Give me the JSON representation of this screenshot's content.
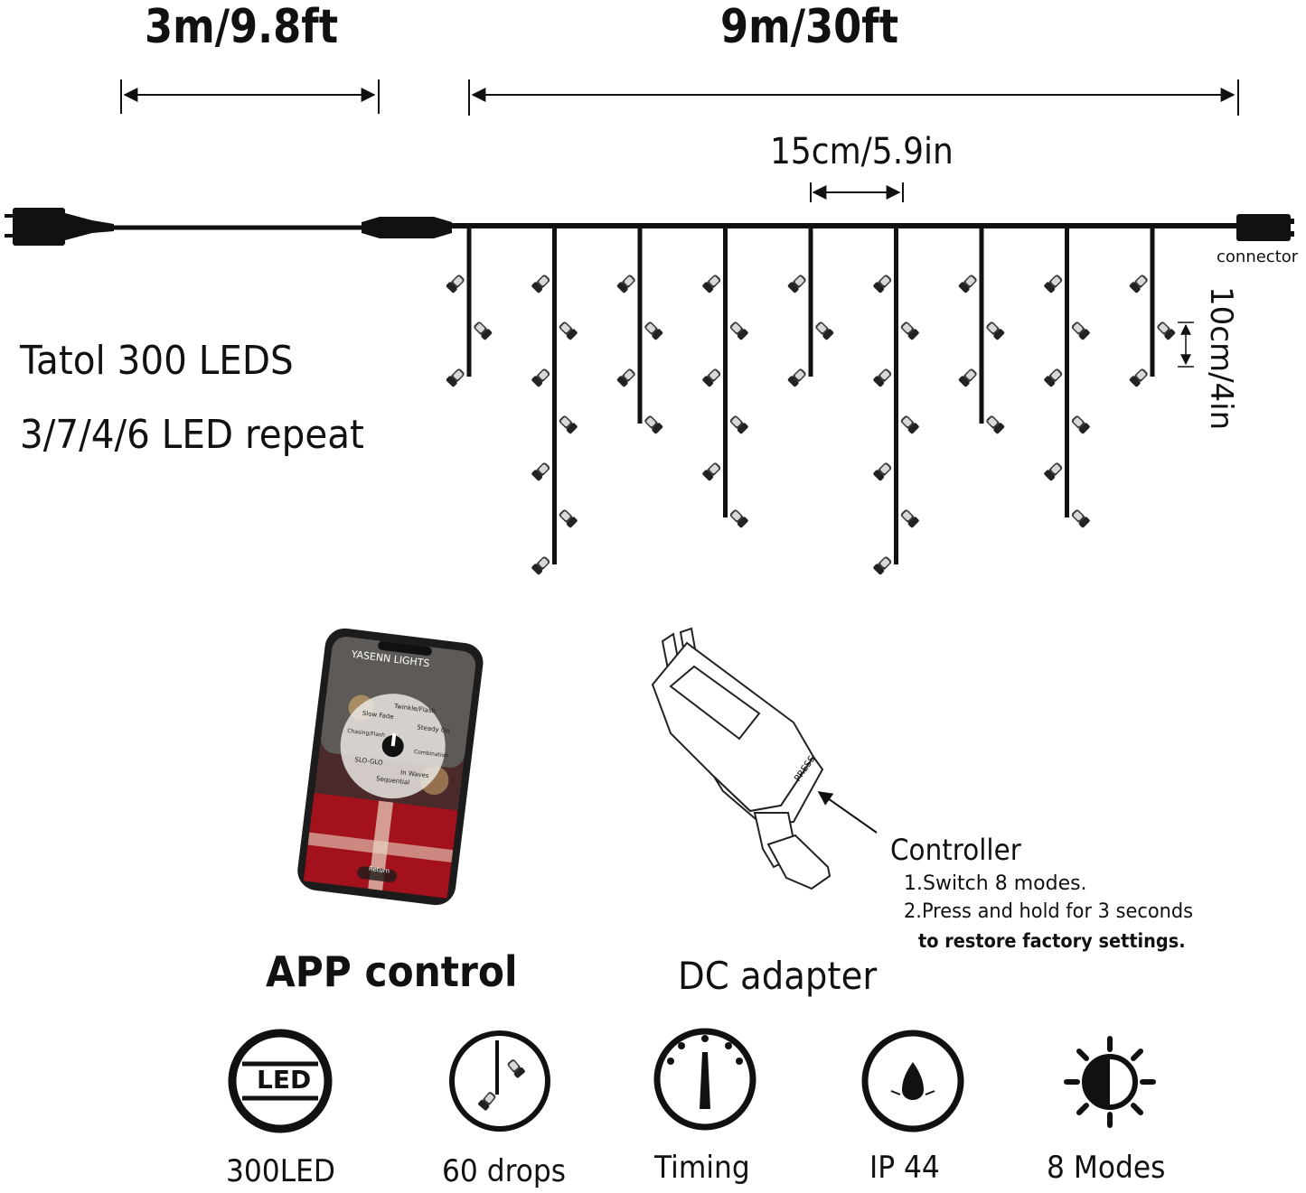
{
  "dimensions": {
    "lead_length": "3m/9.8ft",
    "curtain_length": "9m/30ft",
    "drop_spacing": "15cm/5.9in",
    "bulb_spacing": "10cm/4in",
    "connector_label": "connector"
  },
  "product": {
    "line1": "Tatol 300 LEDS",
    "line2": "3/7/4/6 LED repeat"
  },
  "phone": {
    "app_title": "YASENN LIGHTS",
    "modes": [
      "Twinkle/Flash",
      "Slow Fade",
      "Steady On",
      "Chasing/Flash",
      "Combination",
      "SLO-GLO",
      "In Waves",
      "Sequential"
    ],
    "return_label": "Return"
  },
  "adapter": {
    "press_label": "PRESS",
    "controller_title": "Controller",
    "note1": "1.Switch 8 modes.",
    "note2": "2.Press and hold for 3 seconds",
    "note3": "to restore factory settings."
  },
  "captions": {
    "app": "APP control",
    "dc": "DC  adapter"
  },
  "features": [
    {
      "icon": "led-icon",
      "icon_text": "LED",
      "label": "300LED"
    },
    {
      "icon": "drop-icon",
      "label": "60 drops"
    },
    {
      "icon": "timer-icon",
      "label": "Timing"
    },
    {
      "icon": "waterproof-icon",
      "label": "IP 44"
    },
    {
      "icon": "sun-icon",
      "label": "8 Modes"
    }
  ],
  "drops": {
    "x_positions_label": "",
    "pattern": [
      3,
      7,
      4,
      6,
      3,
      7,
      4,
      6,
      3
    ]
  }
}
